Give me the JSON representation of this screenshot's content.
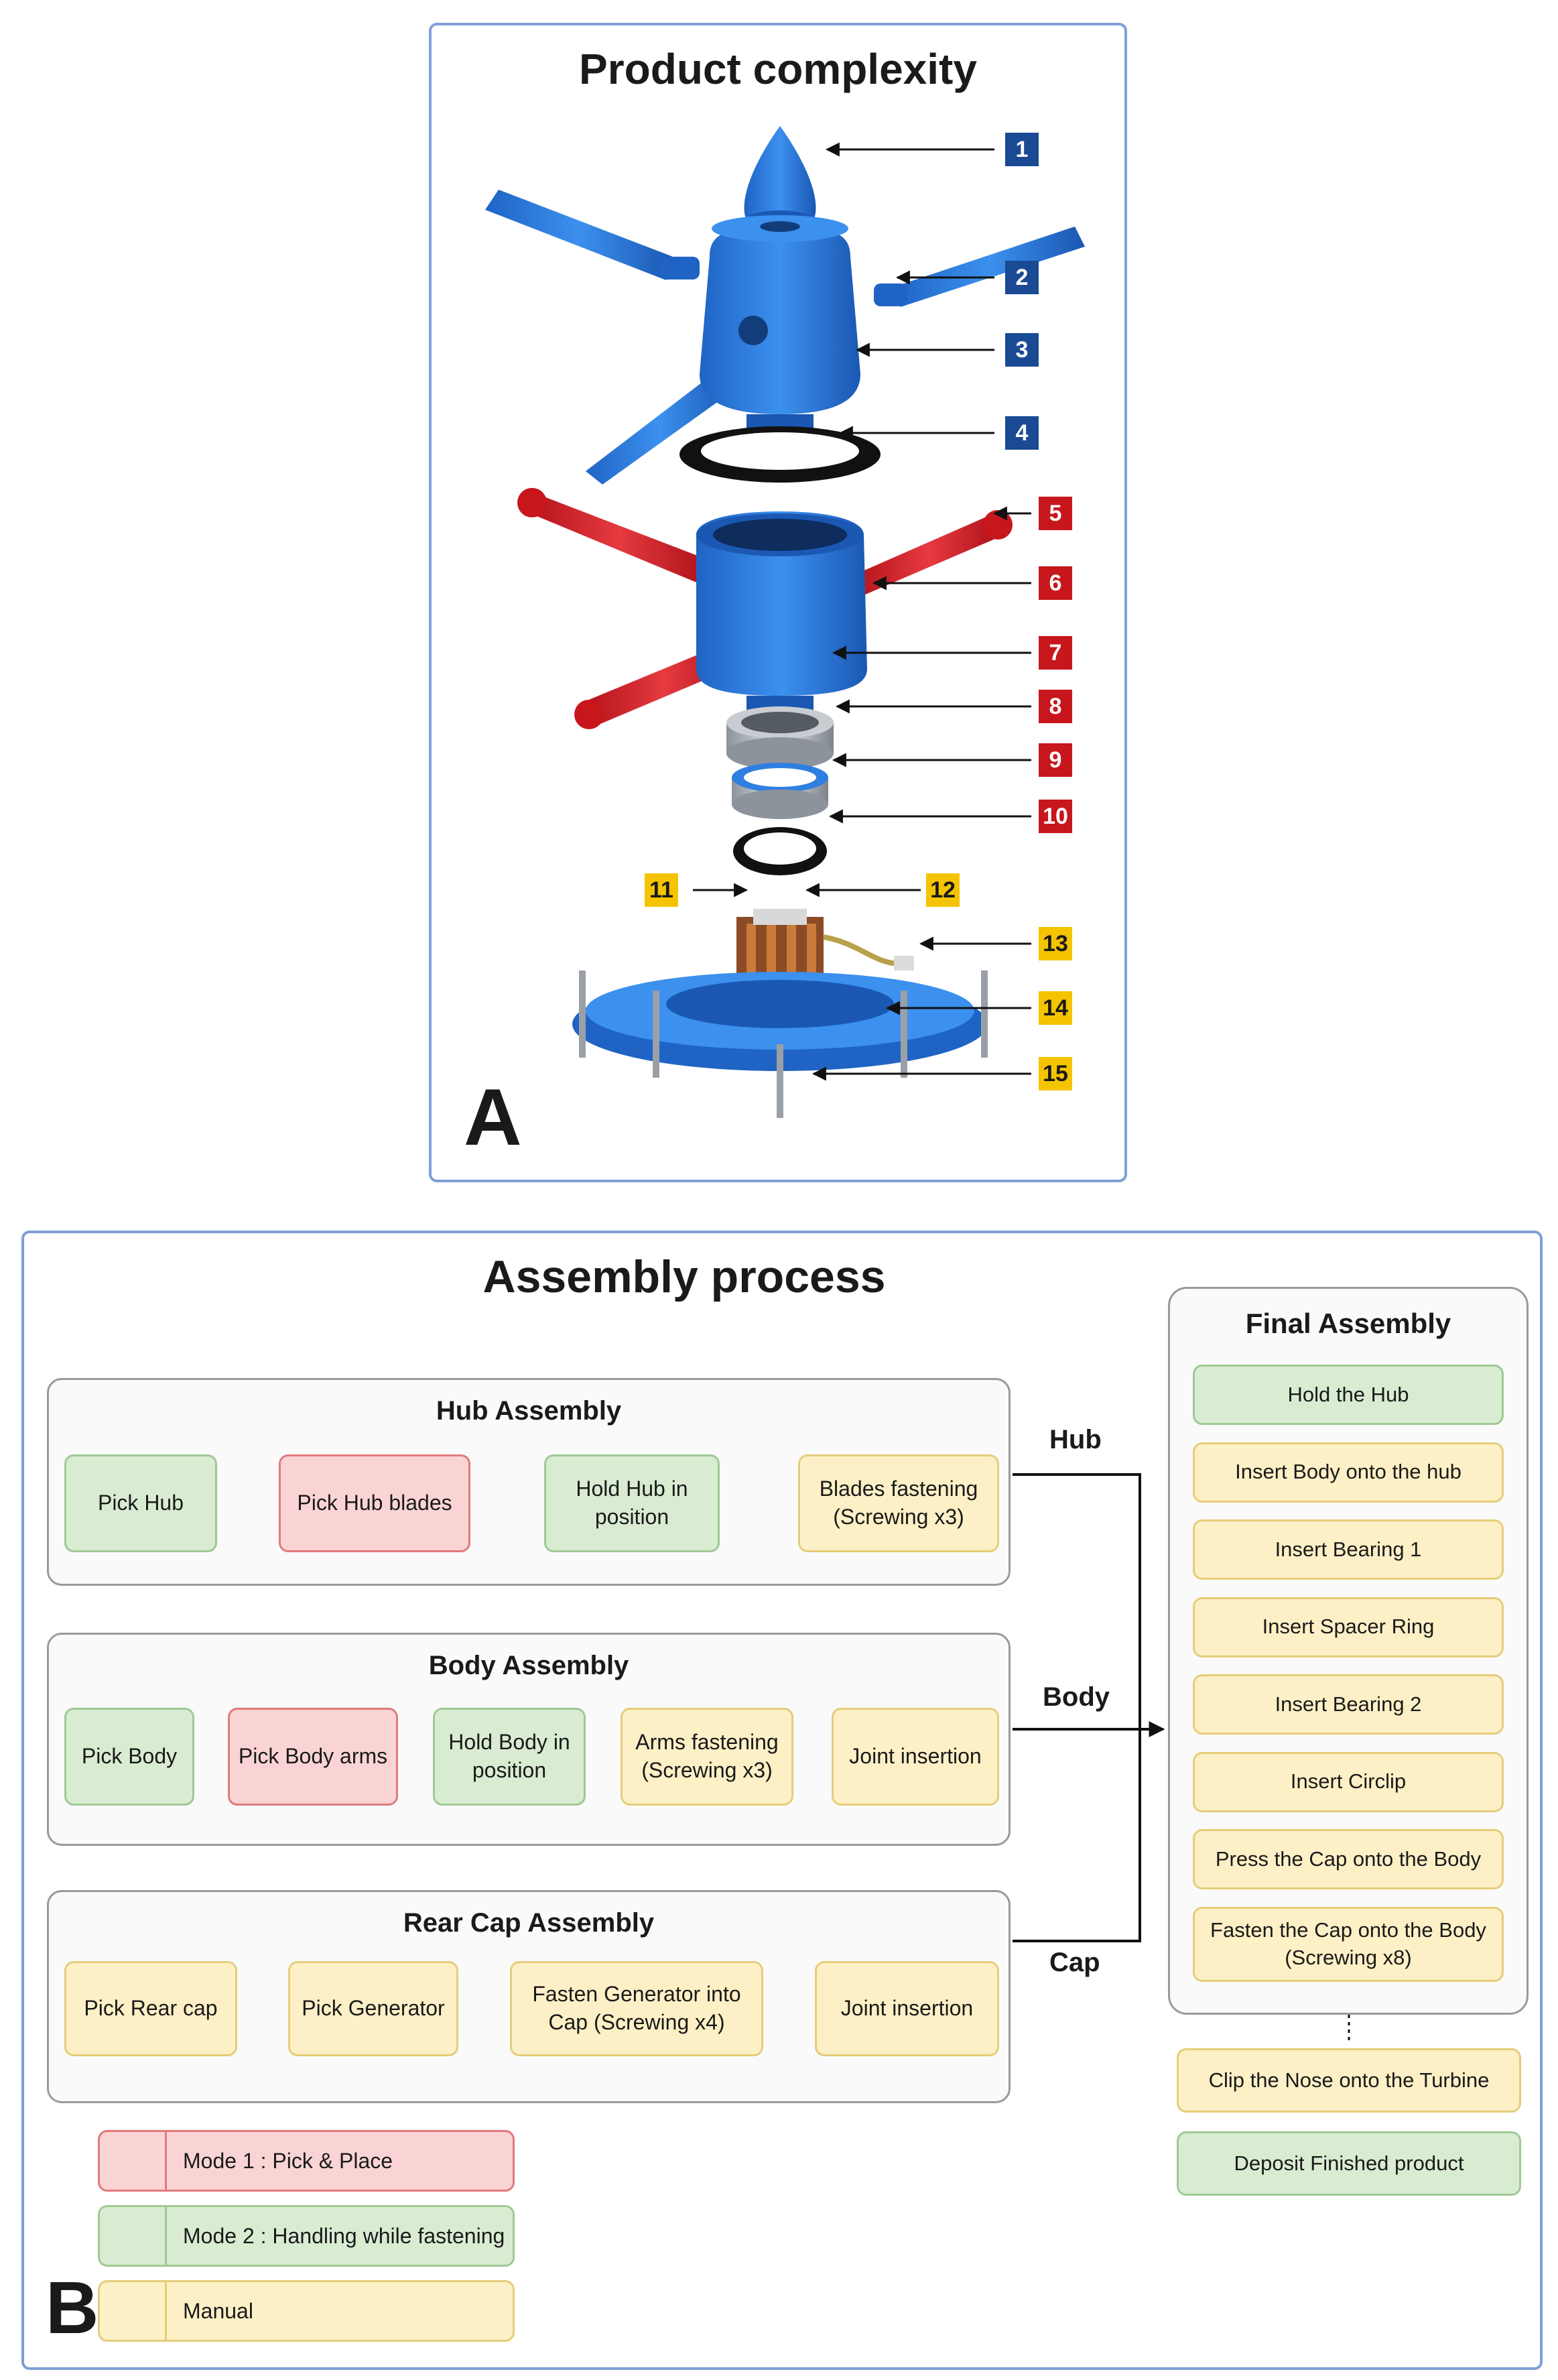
{
  "panel_a": {
    "title": "Product complexity",
    "letter": "A",
    "callouts": [
      {
        "label": "1",
        "color": "blue"
      },
      {
        "label": "2",
        "color": "blue"
      },
      {
        "label": "3",
        "color": "blue"
      },
      {
        "label": "4",
        "color": "blue"
      },
      {
        "label": "5",
        "color": "red"
      },
      {
        "label": "6",
        "color": "red"
      },
      {
        "label": "7",
        "color": "red"
      },
      {
        "label": "8",
        "color": "red"
      },
      {
        "label": "9",
        "color": "red"
      },
      {
        "label": "10",
        "color": "red"
      },
      {
        "label": "11",
        "color": "yellow"
      },
      {
        "label": "12",
        "color": "yellow"
      },
      {
        "label": "13",
        "color": "yellow"
      },
      {
        "label": "14",
        "color": "yellow"
      },
      {
        "label": "15",
        "color": "yellow"
      }
    ]
  },
  "panel_b": {
    "title": "Assembly process",
    "letter": "B",
    "hub": {
      "title": "Hub Assembly",
      "steps": [
        {
          "label": "Pick Hub",
          "mode": "m2"
        },
        {
          "label": "Pick Hub blades",
          "mode": "m1"
        },
        {
          "label": "Hold Hub in\nposition",
          "mode": "m2"
        },
        {
          "label": "Blades fastening\n(Screwing x3)",
          "mode": "man"
        }
      ],
      "link_label": "Hub"
    },
    "body": {
      "title": "Body Assembly",
      "steps": [
        {
          "label": "Pick Body",
          "mode": "m2"
        },
        {
          "label": "Pick Body arms",
          "mode": "m1"
        },
        {
          "label": "Hold Body in\nposition",
          "mode": "m2"
        },
        {
          "label": "Arms fastening\n(Screwing x3)",
          "mode": "man"
        },
        {
          "label": "Joint insertion",
          "mode": "man"
        }
      ],
      "link_label": "Body"
    },
    "cap": {
      "title": "Rear Cap Assembly",
      "steps": [
        {
          "label": "Pick Rear cap",
          "mode": "man"
        },
        {
          "label": "Pick Generator",
          "mode": "man"
        },
        {
          "label": "Fasten Generator into\nCap (Screwing x4)",
          "mode": "man"
        },
        {
          "label": "Joint insertion",
          "mode": "man"
        }
      ],
      "link_label": "Cap"
    },
    "final": {
      "title": "Final Assembly",
      "steps": [
        {
          "label": "Hold the Hub",
          "mode": "m2"
        },
        {
          "label": "Insert Body onto the hub",
          "mode": "man"
        },
        {
          "label": "Insert Bearing 1",
          "mode": "man"
        },
        {
          "label": "Insert Spacer Ring",
          "mode": "man"
        },
        {
          "label": "Insert Bearing 2",
          "mode": "man"
        },
        {
          "label": "Insert Circlip",
          "mode": "man"
        },
        {
          "label": "Press the Cap onto the Body",
          "mode": "man"
        },
        {
          "label": "Fasten the Cap onto the Body\n(Screwing x8)",
          "mode": "man"
        }
      ],
      "after": [
        {
          "label": "Clip the Nose onto the Turbine",
          "mode": "man"
        },
        {
          "label": "Deposit Finished product",
          "mode": "m2"
        }
      ]
    },
    "legend": [
      {
        "label": "Mode 1 : Pick & Place",
        "mode": "m1"
      },
      {
        "label": "Mode 2 : Handling while fastening",
        "mode": "m2"
      },
      {
        "label": "Manual",
        "mode": "man"
      }
    ]
  },
  "colors": {
    "part_blue": "#2f7fe0",
    "part_red": "#d8232a",
    "mode1_fill": "#fad4d4",
    "mode2_fill": "#d9ecd2",
    "manual_fill": "#fdf0c6"
  }
}
